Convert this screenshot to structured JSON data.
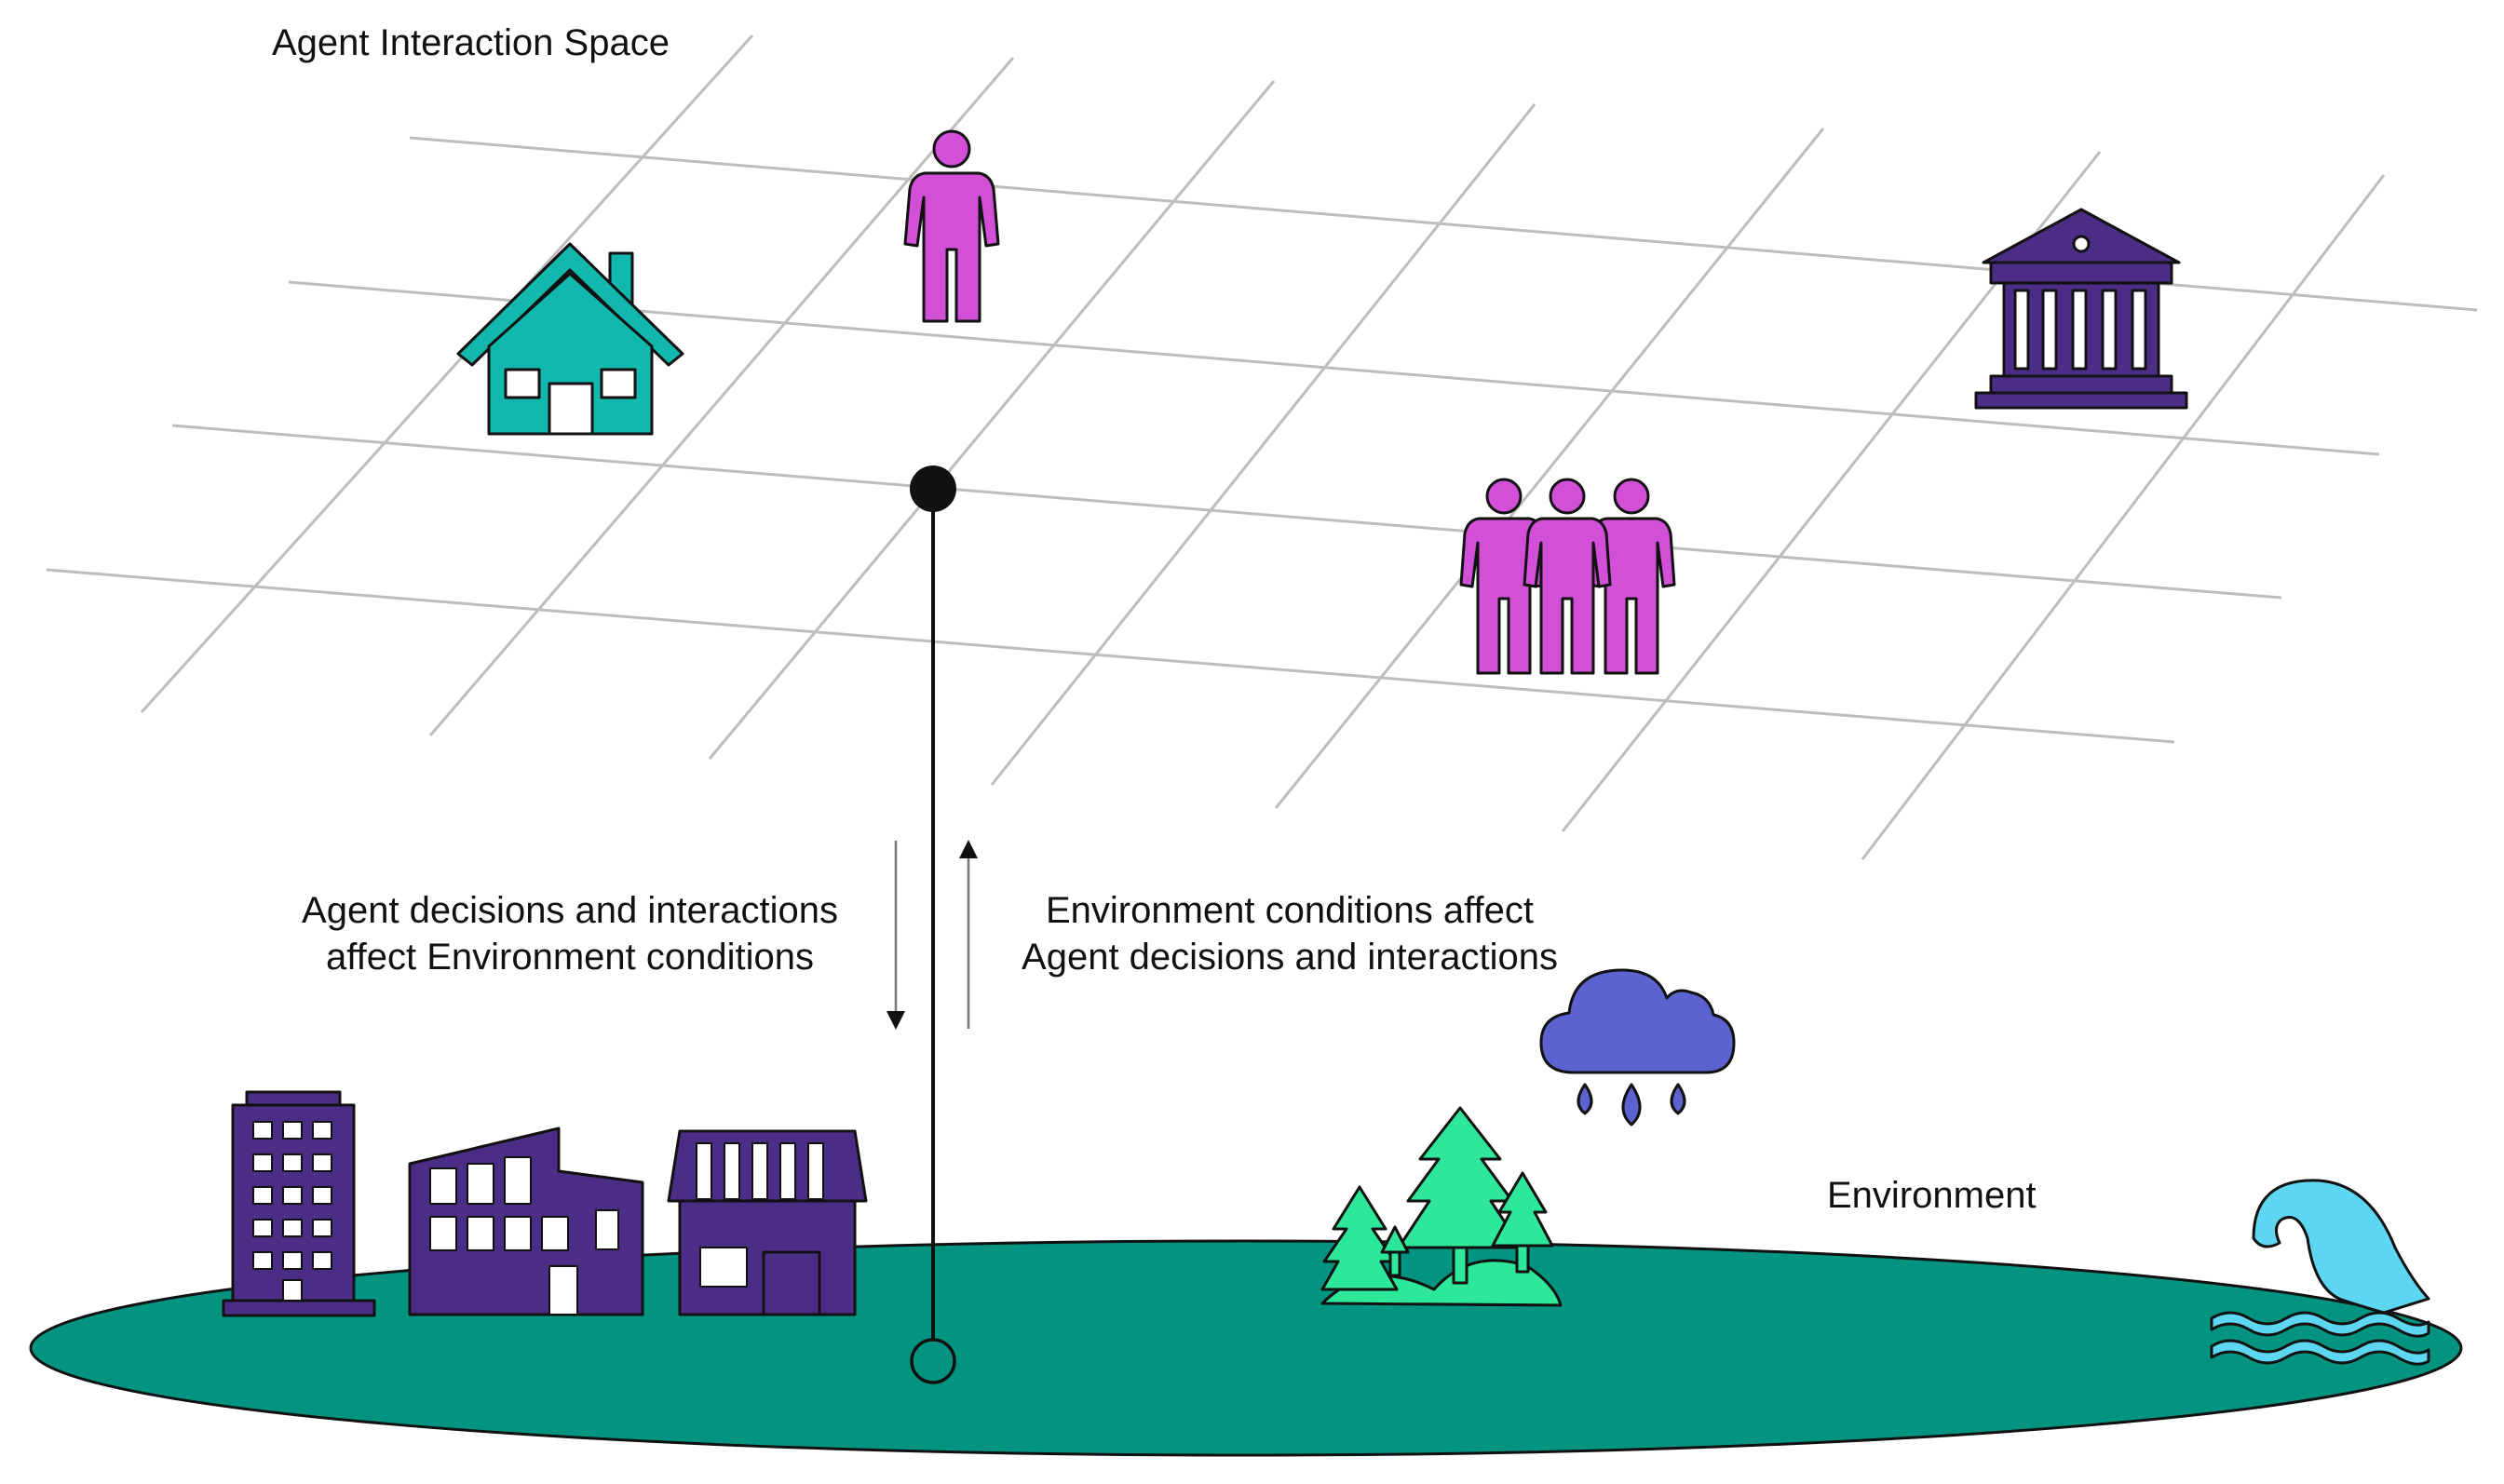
{
  "labels": {
    "agent_space": "Agent Interaction Space",
    "environment": "Environment"
  },
  "arrows": {
    "down_text": [
      "Agent decisions and interactions",
      "affect Environment conditions"
    ],
    "up_text": [
      "Environment conditions affect",
      "Agent decisions and interactions"
    ]
  },
  "icons": {
    "agent_layer": [
      "house-icon",
      "person-icon",
      "government-building-icon",
      "group-of-people-icon"
    ],
    "environment_layer": [
      "apartment-building-icon",
      "factory-icon",
      "storefront-icon",
      "pine-trees-icon",
      "rain-cloud-icon",
      "ocean-wave-icon"
    ]
  },
  "colors": {
    "house": "#12B8AE",
    "people": "#D24FD8",
    "institution": "#4B2D86",
    "buildings": "#4B2D86",
    "ground": "#029480",
    "trees": "#2EE89A",
    "cloud": "#5C62CF",
    "wave": "#5DD6F2",
    "grid": "#bdbdbd"
  }
}
